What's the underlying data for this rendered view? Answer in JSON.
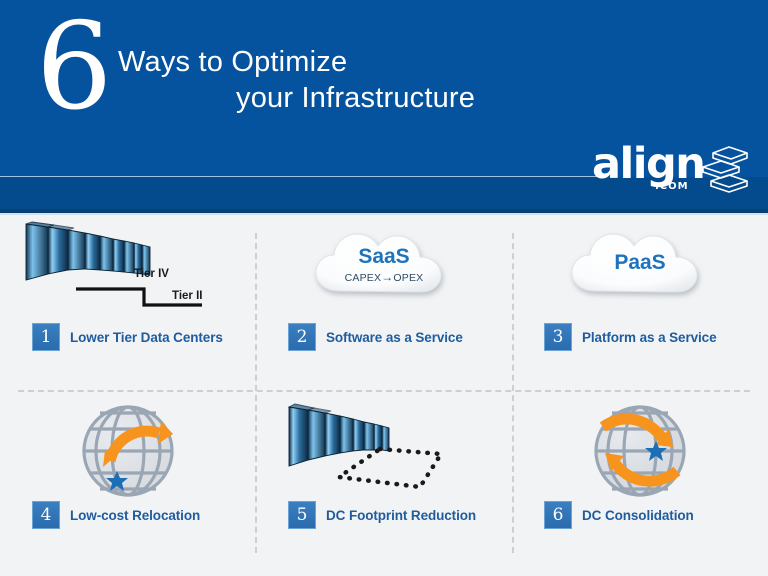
{
  "header": {
    "big_number": "6",
    "title_line1": "Ways to Optimize",
    "title_line2": "your Infrastructure",
    "background_color": "#05539E",
    "band_color": "#044B8D",
    "logo": {
      "word": "align",
      "dotcom": ".COM",
      "mark": "stacked-boxes-icon"
    }
  },
  "body": {
    "background_color": "#F2F3F5",
    "divider_color": "#CDCFD2",
    "badge_color": "#2E73B8",
    "caption_color": "#1F5C9E",
    "accent_orange": "#F7941E"
  },
  "items": [
    {
      "number": "1",
      "label": "Lower Tier Data Centers",
      "art": "server-racks-tier-icon",
      "annotations": {
        "tier_high": "Tier IV",
        "tier_low": "Tier II"
      }
    },
    {
      "number": "2",
      "label": "Software as a Service",
      "art": "cloud-icon",
      "cloud_title": "SaaS",
      "cloud_sub_from": "CAPEX",
      "cloud_sub_arrow": "→",
      "cloud_sub_to": "OPEX"
    },
    {
      "number": "3",
      "label": "Platform as a Service",
      "art": "cloud-icon",
      "cloud_title": "PaaS"
    },
    {
      "number": "4",
      "label": "Low-cost Relocation",
      "art": "globe-single-arrow-icon"
    },
    {
      "number": "5",
      "label": "DC Footprint Reduction",
      "art": "server-racks-dotted-footprint-icon"
    },
    {
      "number": "6",
      "label": "DC Consolidation",
      "art": "globe-double-arrow-icon"
    }
  ]
}
